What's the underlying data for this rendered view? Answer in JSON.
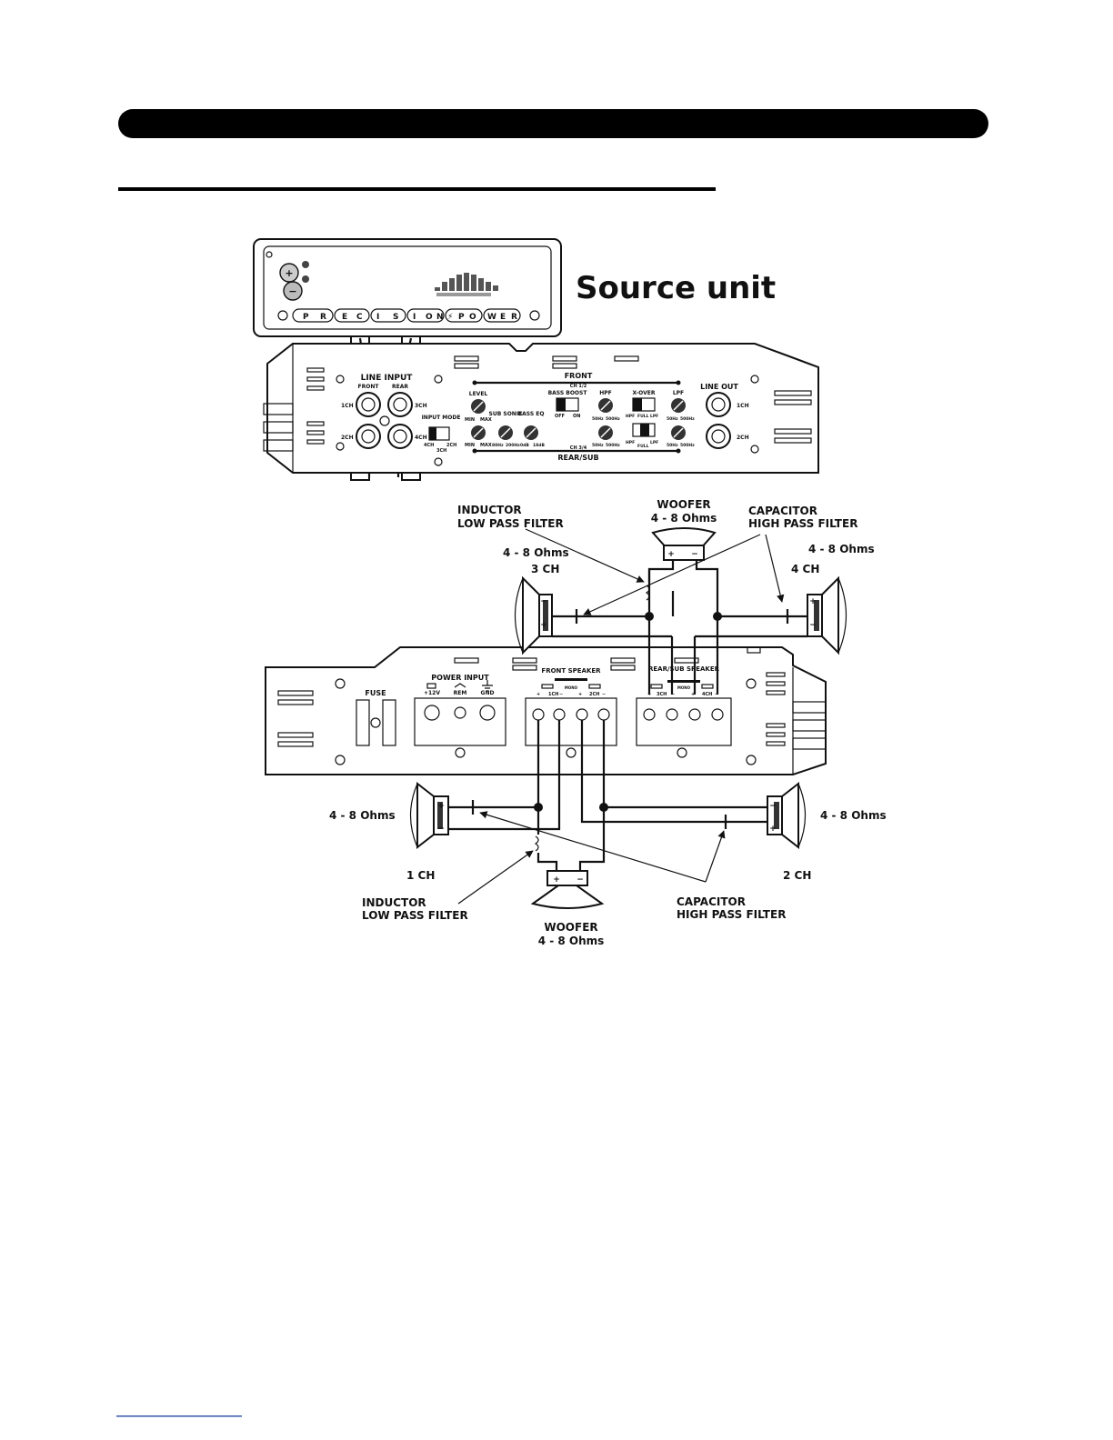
{
  "source_unit": {
    "title": "Source unit",
    "faceplate_buttons": [
      "P",
      "R",
      "E",
      "C",
      "I",
      "S",
      "I",
      "O",
      "N",
      "⚡",
      "P",
      "O",
      "W",
      "E",
      "R"
    ],
    "volume_plus": "+",
    "volume_minus": "−"
  },
  "top_panel": {
    "line_input": "LINE INPUT",
    "front": "FRONT",
    "rear": "REAR",
    "ch1": "1CH",
    "ch2": "2CH",
    "ch3": "3CH",
    "ch4": "4CH",
    "input_mode": "INPUT MODE",
    "mode_4ch": "4CH",
    "mode_2ch": "2CH",
    "mode_3ch": "3CH",
    "front_bar": "FRONT",
    "front_bar_sub": "CH 1/2",
    "rear_bar": "REAR/SUB",
    "rear_bar_sub": "CH 3/4",
    "level": "LEVEL",
    "sub_sonic": "SUB SONIC",
    "bass_eq": "BASS EQ",
    "bass_boost": "BASS BOOST",
    "hpf": "HPF",
    "xover": "X-OVER",
    "lpf": "LPF",
    "min": "MIN",
    "max": "MAX",
    "off": "OFF",
    "on": "ON",
    "f50": "50Hz",
    "f500": "500Hz",
    "f200": "200Hz",
    "f80": "80Hz",
    "db0": "0dB",
    "db18": "18dB",
    "hpf_sw": "HPF",
    "full_sw": "FULL",
    "lpf_sw": "LPF",
    "line_out": "LINE OUT",
    "out_1ch": "1CH",
    "out_2ch": "2CH"
  },
  "bottom_panel": {
    "fuse": "FUSE",
    "power_input": "POWER INPUT",
    "v12": "+12V",
    "rem": "REM",
    "gnd": "GND",
    "front_speaker": "FRONT SPEAKER",
    "rear_speaker": "REAR/SUB SPEAKER",
    "ch1": "1CH",
    "ch2": "2CH",
    "ch3": "3CH",
    "ch4": "4CH",
    "bridge": "MONO",
    "plus": "+",
    "minus": "−"
  },
  "rear_section": {
    "inductor": "INDUCTOR",
    "low_pass": "LOW PASS FILTER",
    "woofer": "WOOFER",
    "woofer_ohms": "4 - 8 Ohms",
    "capacitor": "CAPACITOR",
    "high_pass": "HIGH PASS FILTER",
    "left_ohms": "4 - 8 Ohms",
    "left_ch": "3 CH",
    "right_ohms": "4 - 8 Ohms",
    "right_ch": "4 CH"
  },
  "front_section": {
    "left_ohms": "4 - 8 Ohms",
    "right_ohms": "4 - 8 Ohms",
    "left_ch": "1 CH",
    "right_ch": "2 CH",
    "inductor": "INDUCTOR",
    "low_pass": "LOW PASS FILTER",
    "woofer": "WOOFER",
    "woofer_ohms": "4 - 8 Ohms",
    "capacitor": "CAPACITOR",
    "high_pass": "HIGH PASS FILTER"
  },
  "plus": "+",
  "minus": "−"
}
